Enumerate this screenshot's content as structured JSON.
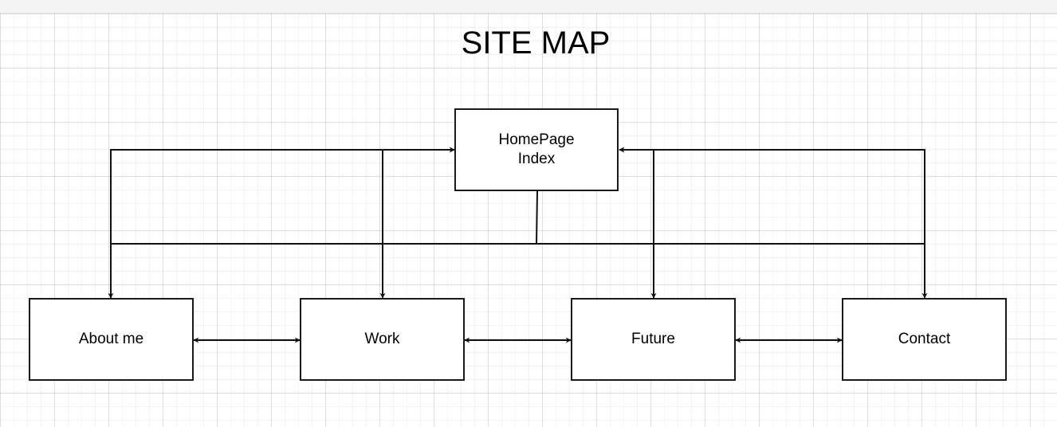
{
  "diagram": {
    "title": "SITE MAP",
    "nodes": [
      {
        "id": "home",
        "lines": [
          "HomePage",
          "Index"
        ]
      },
      {
        "id": "about",
        "lines": [
          "About me"
        ]
      },
      {
        "id": "work",
        "lines": [
          "Work"
        ]
      },
      {
        "id": "future",
        "lines": [
          "Future"
        ]
      },
      {
        "id": "contact",
        "lines": [
          "Contact"
        ]
      }
    ],
    "edges": [
      {
        "from": "home",
        "to": "about",
        "direction": "both"
      },
      {
        "from": "home",
        "to": "work",
        "direction": "both"
      },
      {
        "from": "home",
        "to": "future",
        "direction": "both"
      },
      {
        "from": "home",
        "to": "contact",
        "direction": "both"
      },
      {
        "from": "about",
        "to": "work",
        "direction": "both"
      },
      {
        "from": "work",
        "to": "future",
        "direction": "both"
      },
      {
        "from": "future",
        "to": "contact",
        "direction": "both"
      }
    ],
    "colors": {
      "stroke": "#1a1a1a",
      "canvas": "#ffffff",
      "grid": "#d9d9d9"
    }
  }
}
